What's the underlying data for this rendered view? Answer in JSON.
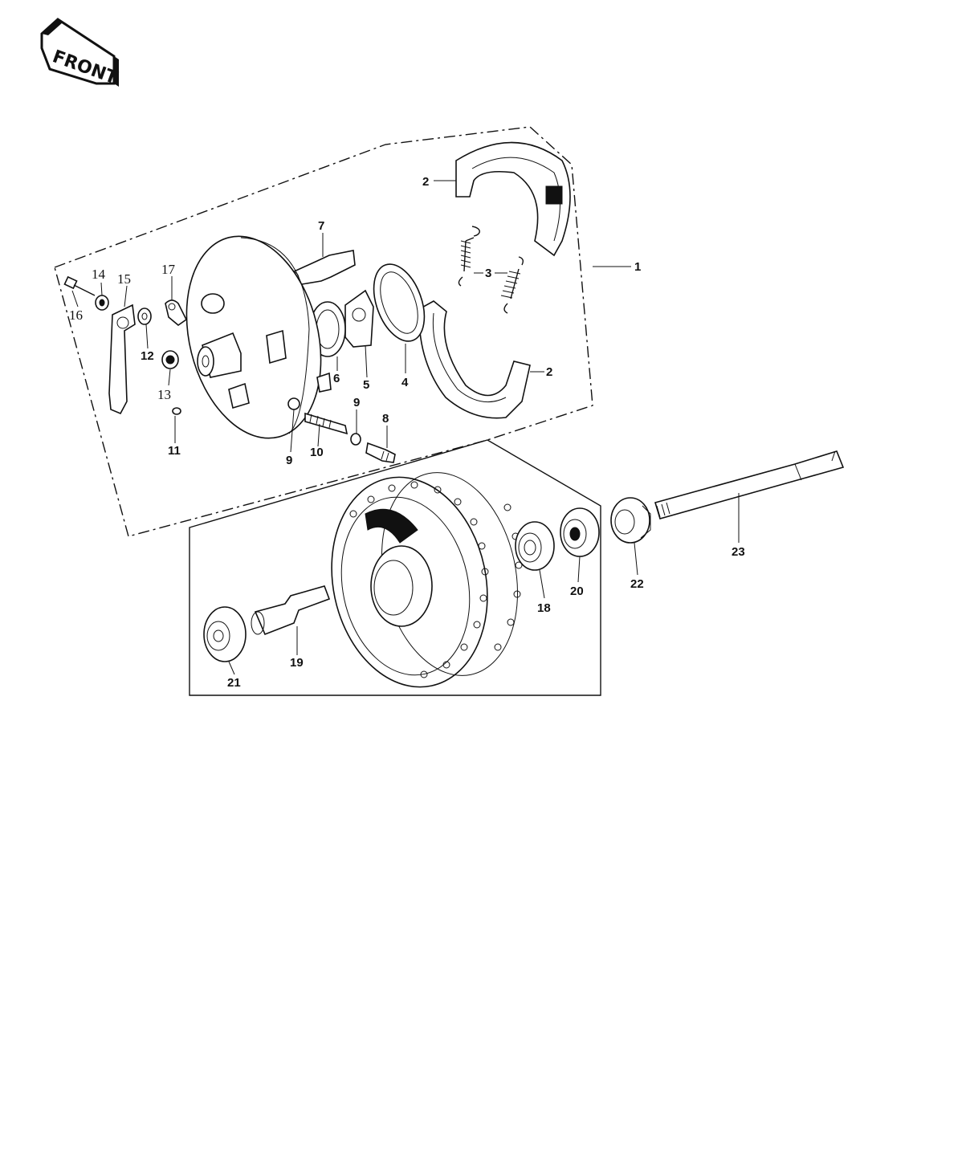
{
  "badge": {
    "text": "FRONT"
  },
  "labels": {
    "p1": "1",
    "p2a": "2",
    "p2b": "2",
    "p3": "3",
    "p4": "4",
    "p5": "5",
    "p6": "6",
    "p7": "7",
    "p8": "8",
    "p9a": "9",
    "p9b": "9",
    "p10": "10",
    "p11": "11",
    "p12": "12",
    "p13": "13",
    "p14": "14",
    "p15": "15",
    "p16": "16",
    "p17": "17",
    "p18": "18",
    "p19": "19",
    "p20": "20",
    "p21": "21",
    "p22": "22",
    "p23": "23"
  }
}
